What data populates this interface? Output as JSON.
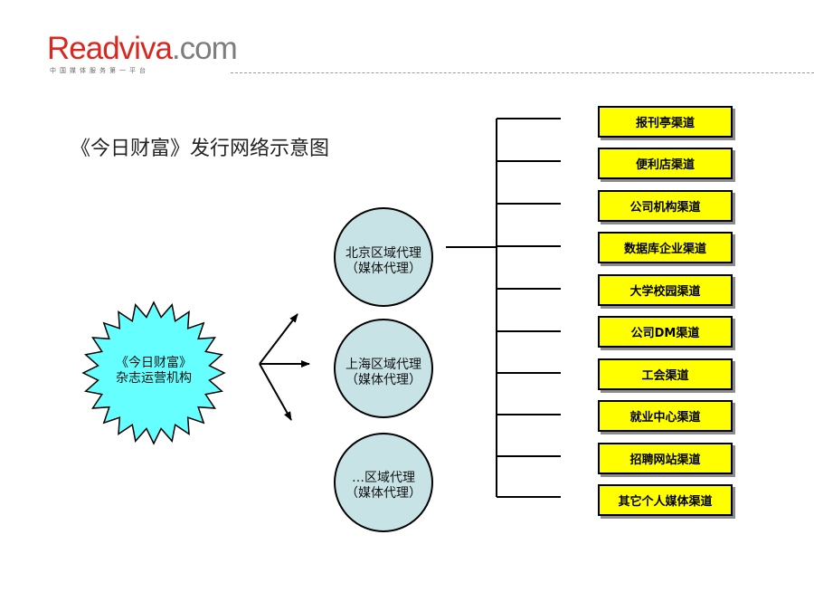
{
  "logo": {
    "brand_red": "Readviva",
    "brand_gray": ".com",
    "tagline": "中国媒体服务第一平台"
  },
  "title": "《今日财富》发行网络示意图",
  "center": {
    "line1": "《今日财富》",
    "line2": "杂志运营机构"
  },
  "agents": [
    {
      "line1": "北京区域代理",
      "line2": "（媒体代理）"
    },
    {
      "line1": "上海区域代理",
      "line2": "（媒体代理）"
    },
    {
      "line1": "…区域代理",
      "line2": "（媒体代理）"
    }
  ],
  "channels": [
    "报刊亭渠道",
    "便利店渠道",
    "公司机构渠道",
    "数据库企业渠道",
    "大学校园渠道",
    "公司DM渠道",
    "工会渠道",
    "就业中心渠道",
    "招聘网站渠道",
    "其它个人媒体渠道"
  ],
  "colors": {
    "burst": "#66ffff",
    "circle": "#c7e3e5",
    "channel": "#ffff00",
    "brand": "#d9281f"
  }
}
